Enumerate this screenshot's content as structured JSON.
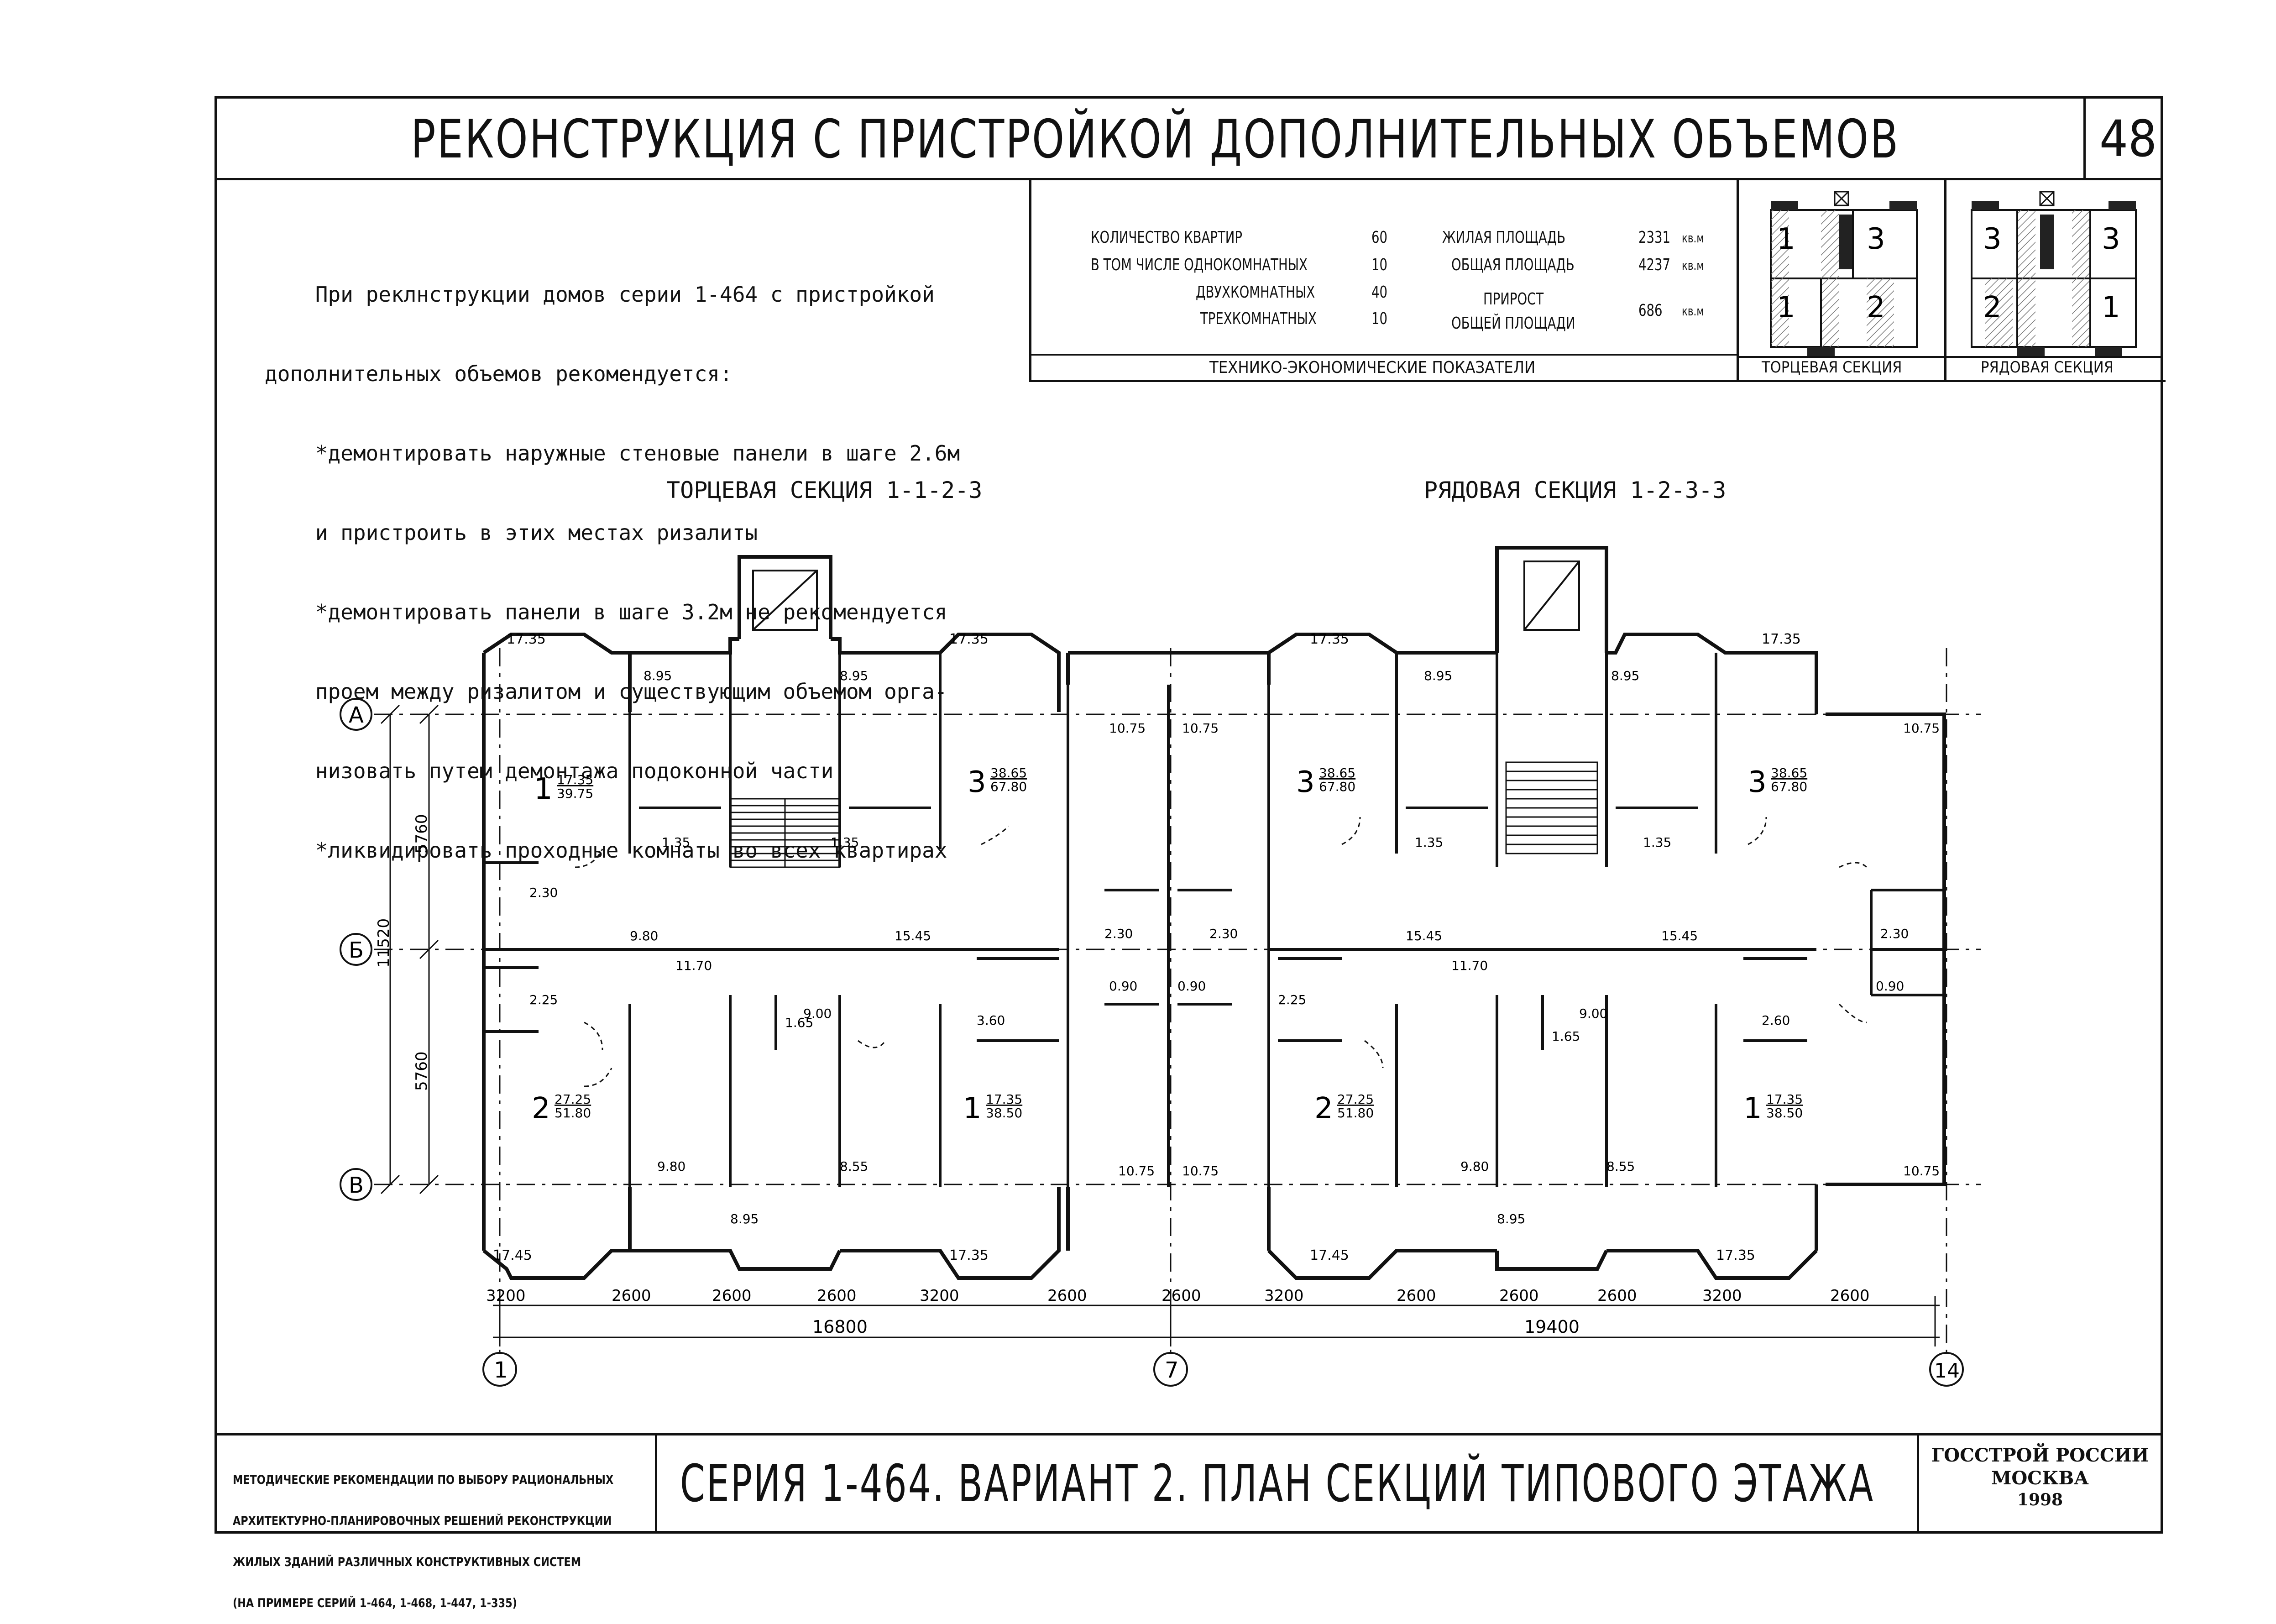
{
  "title": "РЕКОНСТРУКЦИЯ С ПРИСТРОЙКОЙ ДОПОЛНИТЕЛЬНЫХ ОБЪЕМОВ",
  "sheet_number": "48",
  "intro_lines": [
    "    При реклнструкции домов серии 1-464 с пристройкой",
    "дополнительных объемов рекомендуется:",
    "    *демонтировать наружные стеновые панели в шаге 2.6м",
    "    и пристроить в этих местах ризалиты",
    "    *демонтировать панели в шаге 3.2м не рекомендуется",
    "    проем между ризалитом и существующим объемом орга-",
    "    низовать путем демонтажа подоконной части",
    "    *ликвидировать проходные комнаты во всех квартирах"
  ],
  "tep": {
    "caption": "ТЕХНИКО-ЭКОНОМИЧЕСКИЕ ПОКАЗАТЕЛИ",
    "left": [
      {
        "label": "КОЛИЧЕСТВО КВАРТИР",
        "value": "60"
      },
      {
        "label": "В ТОМ ЧИСЛЕ ОДНОКОМНАТНЫХ",
        "value": "10"
      },
      {
        "label": "ДВУХКОМНАТНЫХ",
        "value": "40"
      },
      {
        "label": "ТРЕХКОМНАТНЫХ",
        "value": "10"
      }
    ],
    "right": [
      {
        "label": "ЖИЛАЯ ПЛОЩАДЬ",
        "value": "2331",
        "unit": "кв.м"
      },
      {
        "label": "ОБЩАЯ ПЛОЩАДЬ",
        "value": "4237",
        "unit": "кв.м"
      },
      {
        "label": "ПРИРОСТ",
        "value": "",
        "unit": ""
      },
      {
        "label": "ОБЩЕЙ ПЛОЩАДИ",
        "value": "686",
        "unit": "кв.м"
      }
    ]
  },
  "schemes": {
    "end_caption": "ТОРЦЕВАЯ СЕКЦИЯ",
    "row_caption": "РЯДОВАЯ СЕКЦИЯ",
    "end_top": [
      "1",
      "3"
    ],
    "end_bottom": [
      "1",
      "2"
    ],
    "row_top": [
      "3",
      "3"
    ],
    "row_bottom": [
      "2",
      "1"
    ]
  },
  "sections": {
    "end_title": "ТОРЦЕВАЯ СЕКЦИЯ 1-1-2-3",
    "row_title": "РЯДОВАЯ СЕКЦИЯ 1-2-3-3"
  },
  "axes": {
    "rows": [
      "А",
      "Б",
      "В"
    ],
    "cols": [
      "1",
      "7",
      "14"
    ],
    "vertical_dims": [
      "11520",
      "5760",
      "5760"
    ],
    "bottom_dims": [
      "3200",
      "2600",
      "2600",
      "2600",
      "3200",
      "2600",
      "2600",
      "3200",
      "2600",
      "2600",
      "2600",
      "3200",
      "2600"
    ],
    "overall_dims": [
      "16800",
      "19400"
    ]
  },
  "plan_labels": {
    "apartments": [
      {
        "n": "1",
        "a": "17.35",
        "b": "39.75"
      },
      {
        "n": "3",
        "a": "38.65",
        "b": "67.80"
      },
      {
        "n": "3",
        "a": "38.65",
        "b": "67.80"
      },
      {
        "n": "3",
        "a": "38.65",
        "b": "67.80"
      },
      {
        "n": "2",
        "a": "27.25",
        "b": "51.80"
      },
      {
        "n": "1",
        "a": "17.35",
        "b": "38.50"
      },
      {
        "n": "2",
        "a": "27.25",
        "b": "51.80"
      },
      {
        "n": "1",
        "a": "17.35",
        "b": "38.50"
      }
    ],
    "bay_areas": [
      "17.35",
      "17.35",
      "17.35",
      "17.35",
      "17.45",
      "17.35",
      "17.45",
      "17.35"
    ],
    "room_areas": [
      "8.95",
      "8.95",
      "8.95",
      "8.95",
      "10.75",
      "10.75",
      "10.75",
      "9.80",
      "11.70",
      "15.45",
      "15.45",
      "11.70",
      "15.45",
      "2.30",
      "2.30",
      "2.30",
      "2.30",
      "2.25",
      "2.25",
      "1.35",
      "1.35",
      "1.35",
      "1.35",
      "1.65",
      "1.65",
      "9.00",
      "9.00",
      "3.60",
      "2.60",
      "0.90",
      "0.90",
      "0.90",
      "9.80",
      "9.80",
      "8.55",
      "8.55",
      "10.75",
      "10.75",
      "10.75",
      "8.95",
      "8.95"
    ]
  },
  "bottom_title": "СЕРИЯ 1-464. ВАРИАНТ 2. ПЛАН СЕКЦИЙ ТИПОВОГО ЭТАЖА",
  "method_lines": [
    "МЕТОДИЧЕСКИЕ РЕКОМЕНДАЦИИ ПО ВЫБОРУ РАЦИОНАЛЬНЫХ",
    "АРХИТЕКТУРНО-ПЛАНИРОВОЧНЫХ РЕШЕНИЙ РЕКОНСТРУКЦИИ",
    "ЖИЛЫХ ЗДАНИЙ РАЗЛИЧНЫХ КОНСТРУКТИВНЫХ СИСТЕМ",
    "(НА ПРИМЕРЕ СЕРИЙ 1-464, 1-468, 1-447, 1-335)"
  ],
  "gosstroy": {
    "line1": "ГОССТРОЙ РОССИИ",
    "line2": "МОСКВА",
    "line3": "1998"
  }
}
